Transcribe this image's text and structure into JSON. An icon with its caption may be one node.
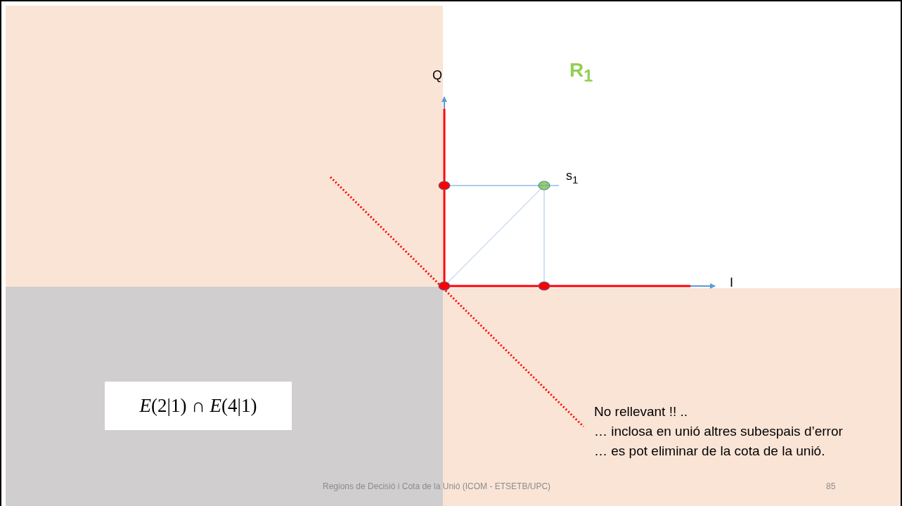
{
  "diagram": {
    "nodes": [
      {
        "text": [
          "*E*(2|1) ∩ *E*(4|1)"
        ]
      }
    ],
    "edges": [],
    "labels": [
      "Q",
      "R$_{1}$",
      "s$_{1}$",
      "I",
      "No rellevant !! ..",
      "… inclosa en unió altres subespais d’error",
      "… es pot eliminar de la cota de la unió.",
      "Regions de Decisió i Cota de la Unió (ICOM - ETSETB/UPC)",
      "85"
    ]
  }
}
